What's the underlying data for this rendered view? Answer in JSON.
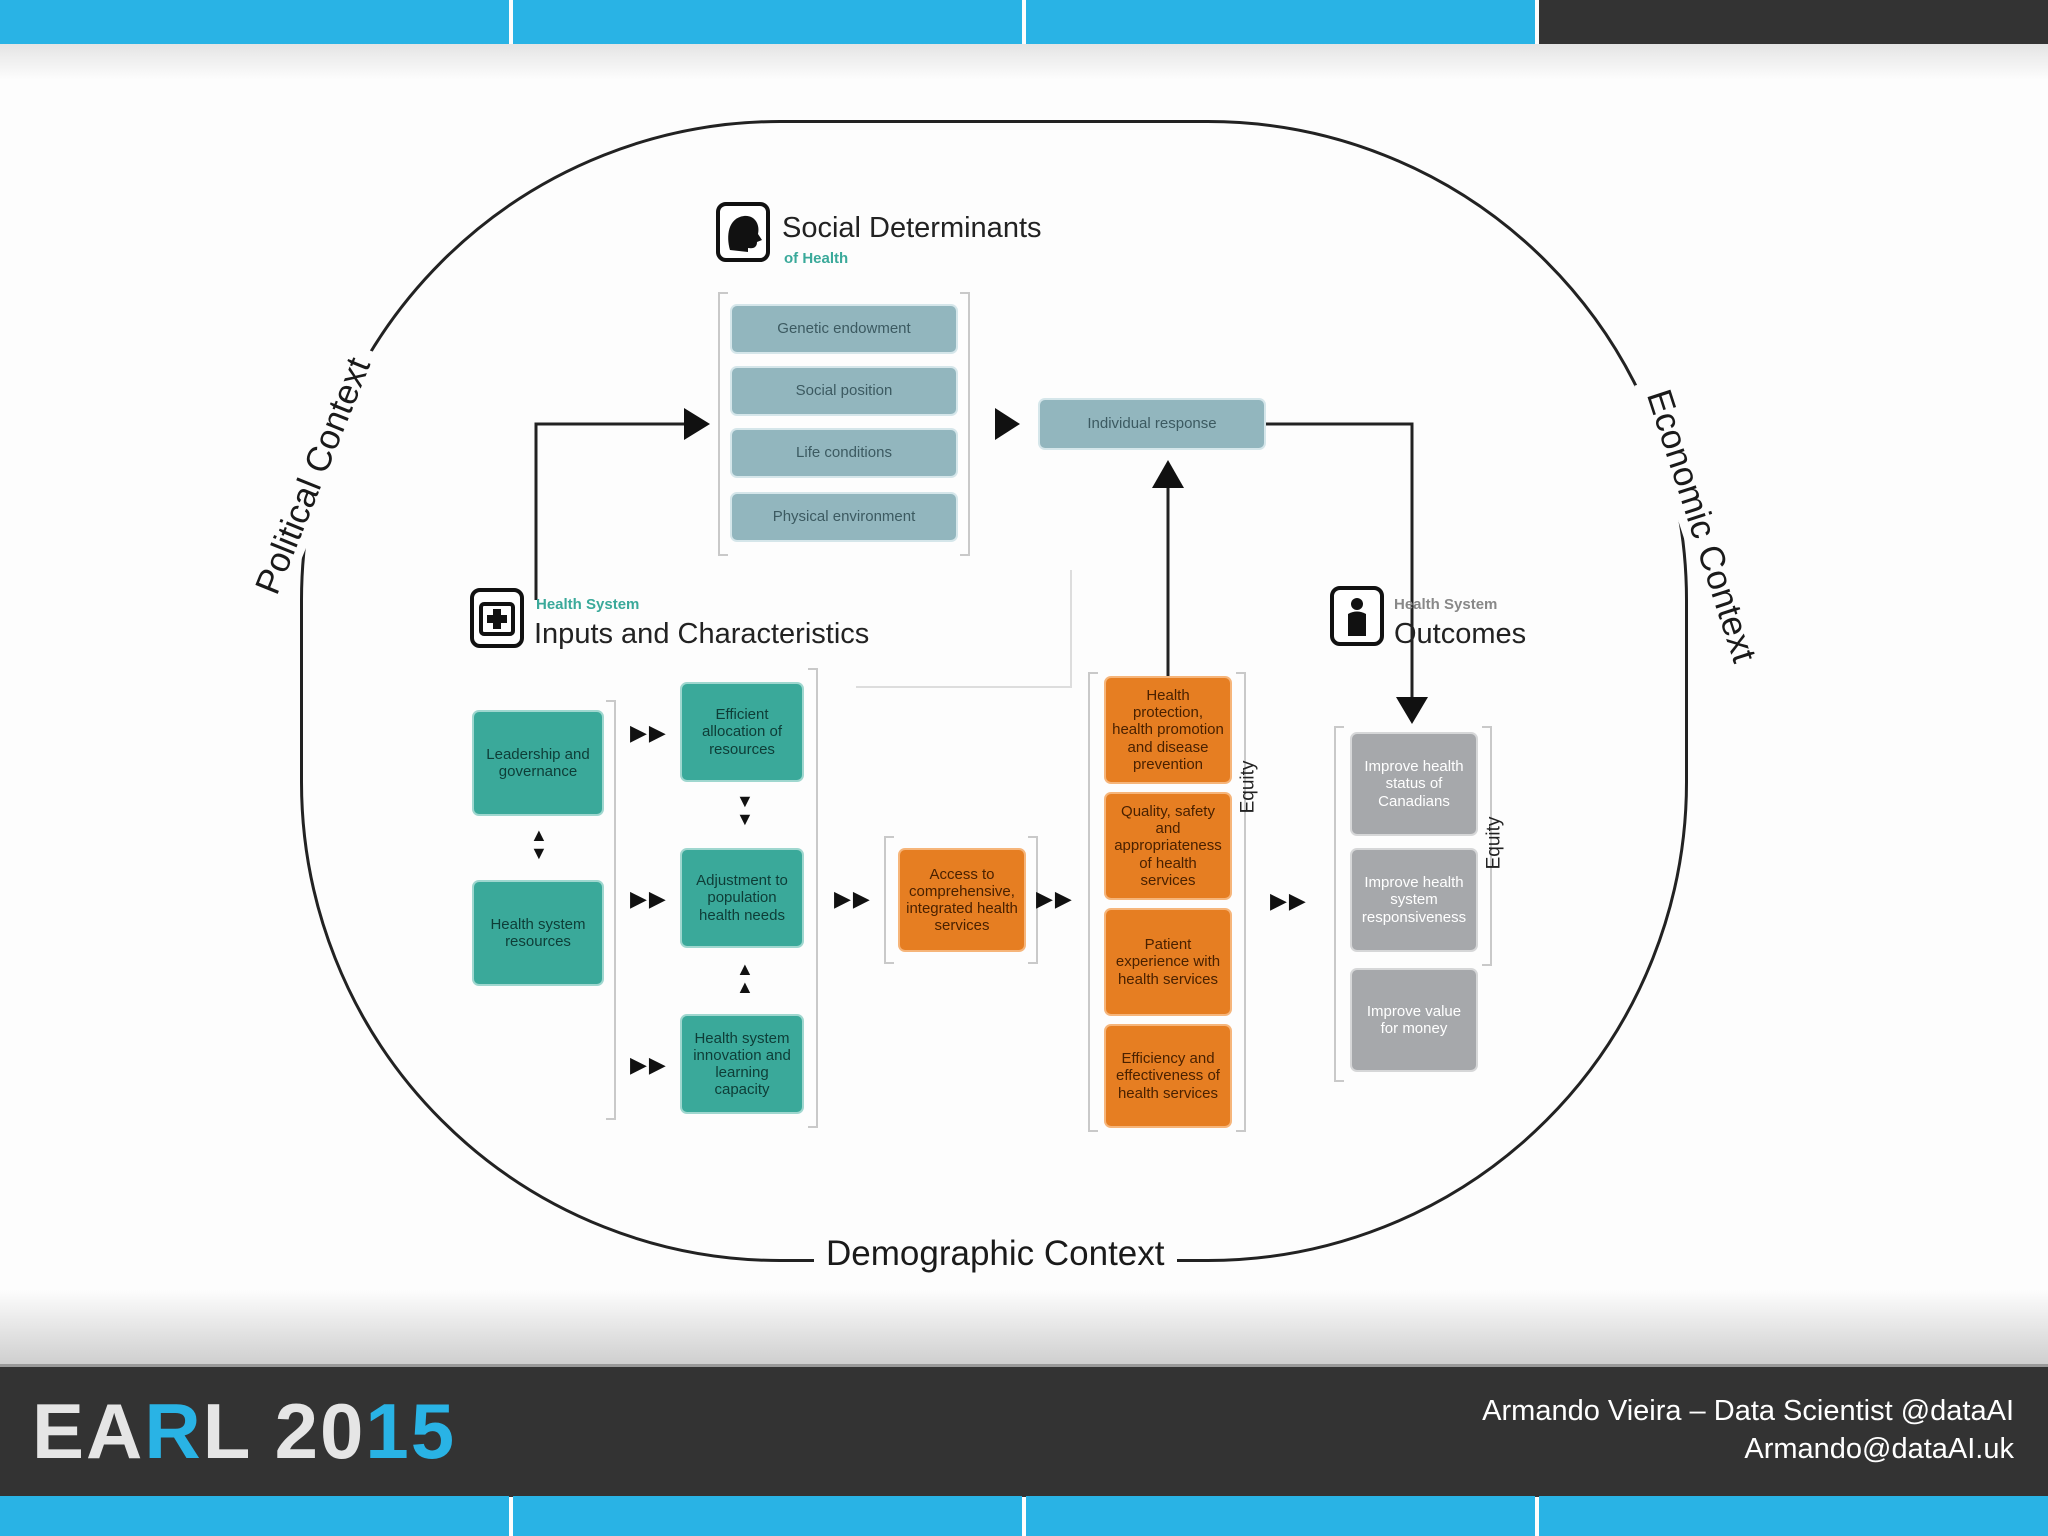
{
  "contexts": {
    "political": "Political Context",
    "economic": "Economic Context",
    "demographic": "Demographic Context"
  },
  "social": {
    "title": "Social Determinants",
    "subtitle": "of Health",
    "items": [
      "Genetic endowment",
      "Social position",
      "Life conditions",
      "Physical environment"
    ]
  },
  "individual_response": "Individual response",
  "inputs": {
    "subtitle": "Health System",
    "title": "Inputs and Characteristics",
    "col1": [
      "Leadership and governance",
      "Health system resources"
    ],
    "col2": [
      "Efficient allocation of resources",
      "Adjustment to population health needs",
      "Health system innovation and learning capacity"
    ]
  },
  "access": "Access to comprehensive, integrated health services",
  "performance": [
    "Health protection, health promotion and disease prevention",
    "Quality, safety and appropriateness of health services",
    "Patient experience with health services",
    "Efficiency and effectiveness of health services"
  ],
  "outcomes": {
    "subtitle": "Health System",
    "title": "Outcomes",
    "items": [
      "Improve health status of Canadians",
      "Improve health system responsiveness",
      "Improve value for money"
    ]
  },
  "equity_label": "Equity",
  "footer": {
    "logo_a": "EA",
    "logo_r": "R",
    "logo_l": "L ",
    "logo_20": "20",
    "logo_1": "1",
    "logo_5": "5",
    "author": "Armando Vieira – Data Scientist @dataAI",
    "email": "Armando@dataAI.uk"
  },
  "colors": {
    "accent": "#29b3e5",
    "teal": "#3aa99a",
    "orange": "#e67e22",
    "grey": "#a6a8ab",
    "bluegrey": "#92b6be"
  },
  "icons": {
    "social": "head-profile-icon",
    "inputs": "medical-kit-icon",
    "outcomes": "person-icon"
  }
}
